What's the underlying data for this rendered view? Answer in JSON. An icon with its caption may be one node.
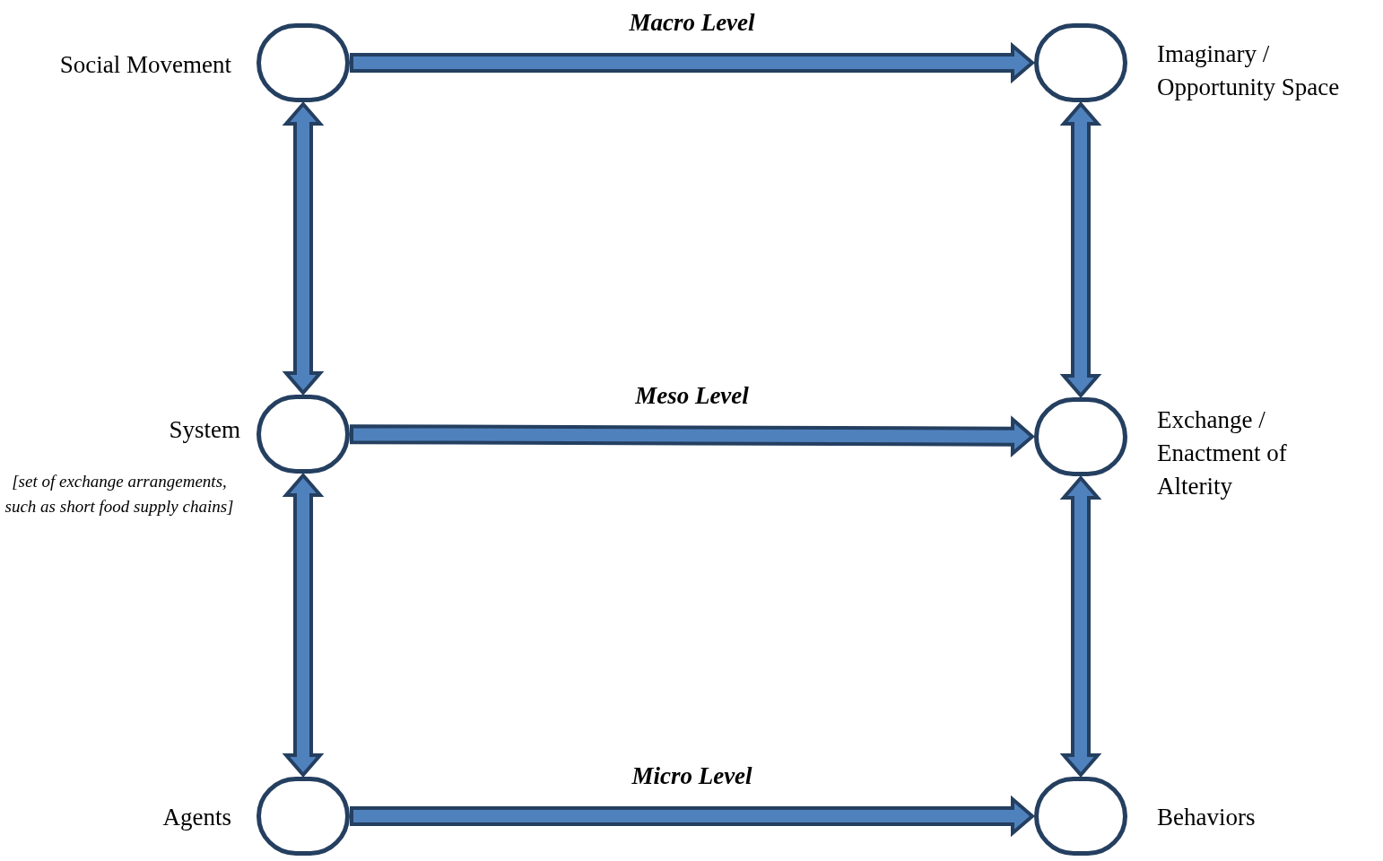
{
  "diagram": {
    "nodes": [
      {
        "text": [],
        "shape": "circle",
        "beside": [
          "Social Movement"
        ]
      },
      {
        "text": [],
        "shape": "circle",
        "beside": [
          "Imaginary / Opportunity Space"
        ]
      },
      {
        "text": [],
        "shape": "circle",
        "beside": [
          "System",
          "[set of exchange arrangements, such as short food supply chains]"
        ]
      },
      {
        "text": [],
        "shape": "circle",
        "beside": [
          "Exchange / Enactment of Alterity"
        ]
      },
      {
        "text": [],
        "shape": "circle",
        "beside": [
          "Agents"
        ]
      },
      {
        "text": [],
        "shape": "circle",
        "beside": [
          "Behaviors"
        ]
      }
    ],
    "edges": [
      {
        "from": 0,
        "to": 1,
        "arrow": "to",
        "label": "Macro Level"
      },
      {
        "from": 0,
        "to": 2,
        "arrow": "both"
      },
      {
        "from": 1,
        "to": 3,
        "arrow": "both"
      },
      {
        "from": 2,
        "to": 3,
        "arrow": "to",
        "label": "Meso Level"
      },
      {
        "from": 2,
        "to": 4,
        "arrow": "both"
      },
      {
        "from": 3,
        "to": 5,
        "arrow": "both"
      },
      {
        "from": 4,
        "to": 5,
        "arrow": "to",
        "label": "Micro Level"
      }
    ]
  }
}
